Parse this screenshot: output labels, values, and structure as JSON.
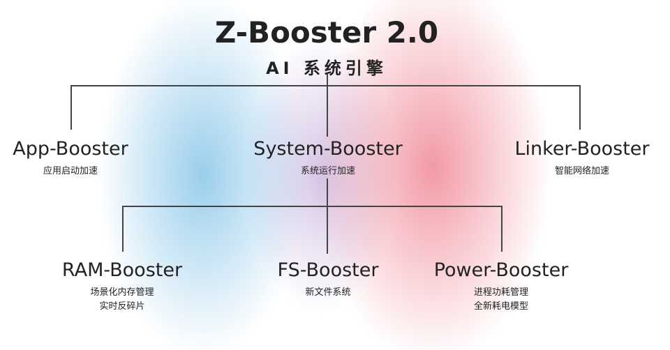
{
  "title": "Z-Booster 2.0",
  "subtitle": "AI 系统引擎",
  "level1": [
    {
      "name": "App-Booster",
      "desc": [
        "应用启动加速"
      ]
    },
    {
      "name": "System-Booster",
      "desc": [
        "系统运行加速"
      ]
    },
    {
      "name": "Linker-Booster",
      "desc": [
        "智能网络加速"
      ]
    }
  ],
  "level2": [
    {
      "name": "RAM-Booster",
      "desc": [
        "场景化内存管理",
        "实时反碎片"
      ]
    },
    {
      "name": "FS-Booster",
      "desc": [
        "新文件系统"
      ]
    },
    {
      "name": "Power-Booster",
      "desc": [
        "进程功耗管理",
        "全新耗电模型"
      ]
    }
  ],
  "colors": {
    "blue": "#8cc8e6",
    "red": "#ee7887",
    "line": "#444444"
  }
}
